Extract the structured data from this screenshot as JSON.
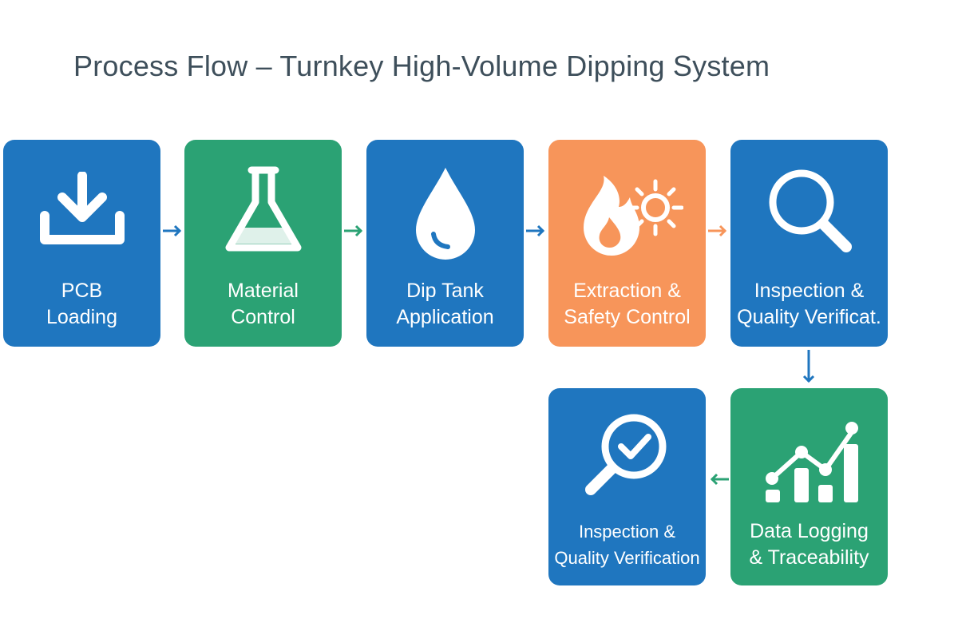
{
  "title": "Process Flow – Turnkey High-Volume Dipping System",
  "steps": [
    {
      "line1": "PCB",
      "line2": "Loading",
      "icon": "download-icon",
      "color": "#1f76bf"
    },
    {
      "line1": "Material",
      "line2": "Control",
      "icon": "flask-icon",
      "color": "#2ba274"
    },
    {
      "line1": "Dip Tank",
      "line2": "Application",
      "icon": "droplet-icon",
      "color": "#1f76bf"
    },
    {
      "line1": "Extraction &",
      "line2": "Safety Control",
      "icon": "fire-sun-icon",
      "color": "#f7955a"
    },
    {
      "line1": "Inspection &",
      "line2": "Quality Verificat.",
      "icon": "magnifier-icon",
      "color": "#1f76bf"
    },
    {
      "line1": "Data Logging",
      "line2": "& Traceability",
      "icon": "chart-icon",
      "color": "#2ba274"
    },
    {
      "line1": "Inspection &",
      "line2": "Quality Verification",
      "icon": "magnifier-check-icon",
      "color": "#1f76bf"
    }
  ]
}
